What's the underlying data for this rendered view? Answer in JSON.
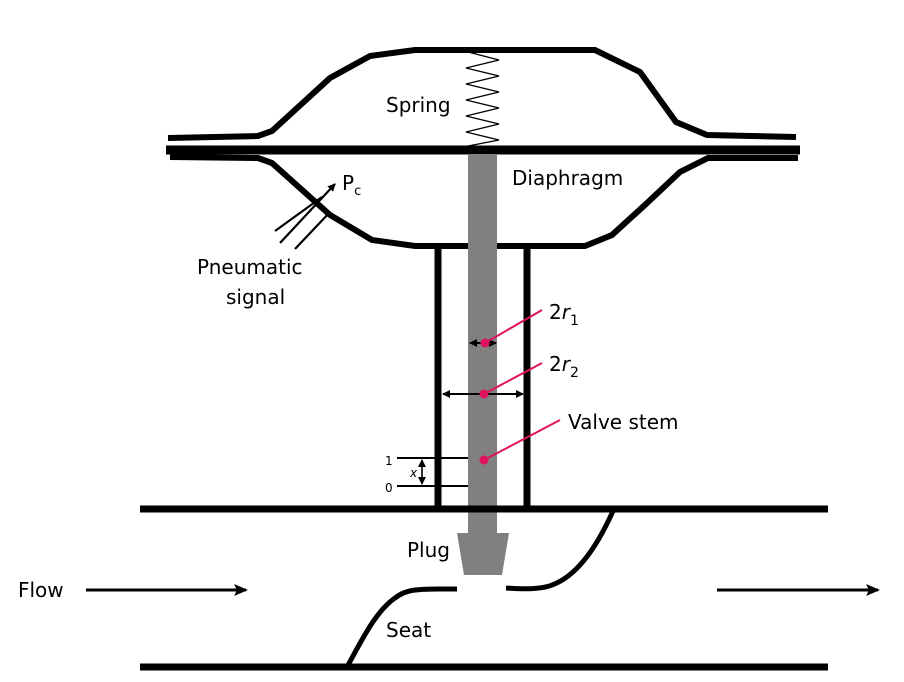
{
  "diagram": {
    "title": "Pneumatic control valve schematic",
    "colors": {
      "outline": "#000000",
      "stem": "#808080",
      "callout": "#e0115f",
      "background": "#ffffff"
    },
    "labels": {
      "spring": "Spring",
      "diaphragm": "Diaphragm",
      "pc_main": "P",
      "pc_sub": "c",
      "pneumatic_line1": "Pneumatic",
      "pneumatic_line2": "signal",
      "r1_prefix": "2",
      "r1_var": "r",
      "r1_sub": "1",
      "r2_prefix": "2",
      "r2_var": "r",
      "r2_sub": "2",
      "valve_stem": "Valve stem",
      "tick_1": "1",
      "tick_0": "0",
      "x": "x",
      "plug": "Plug",
      "flow": "Flow",
      "seat": "Seat"
    }
  }
}
